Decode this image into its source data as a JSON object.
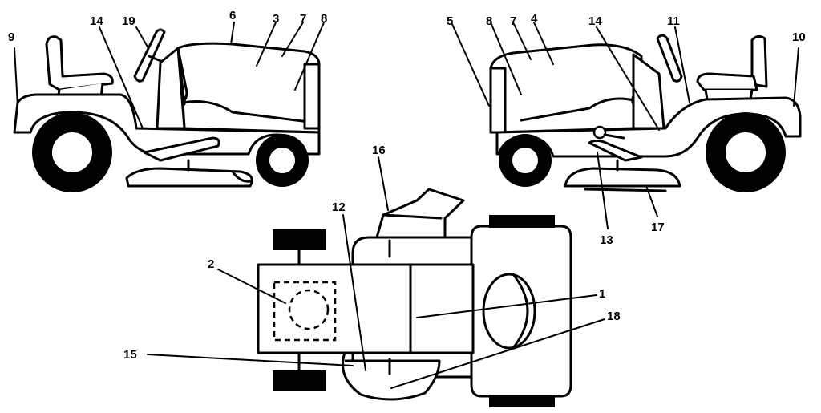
{
  "diagram": {
    "labels": {
      "left_9": "9",
      "left_14": "14",
      "left_19": "19",
      "left_6": "6",
      "left_3": "3",
      "left_7": "7",
      "left_8": "8",
      "right_5": "5",
      "right_8": "8",
      "right_7": "7",
      "right_4": "4",
      "right_14": "14",
      "right_11": "11",
      "right_10": "10",
      "right_13": "13",
      "right_17": "17",
      "top_16": "16",
      "top_12": "12",
      "top_2": "2",
      "top_1": "1",
      "top_18": "18",
      "top_15": "15"
    }
  }
}
